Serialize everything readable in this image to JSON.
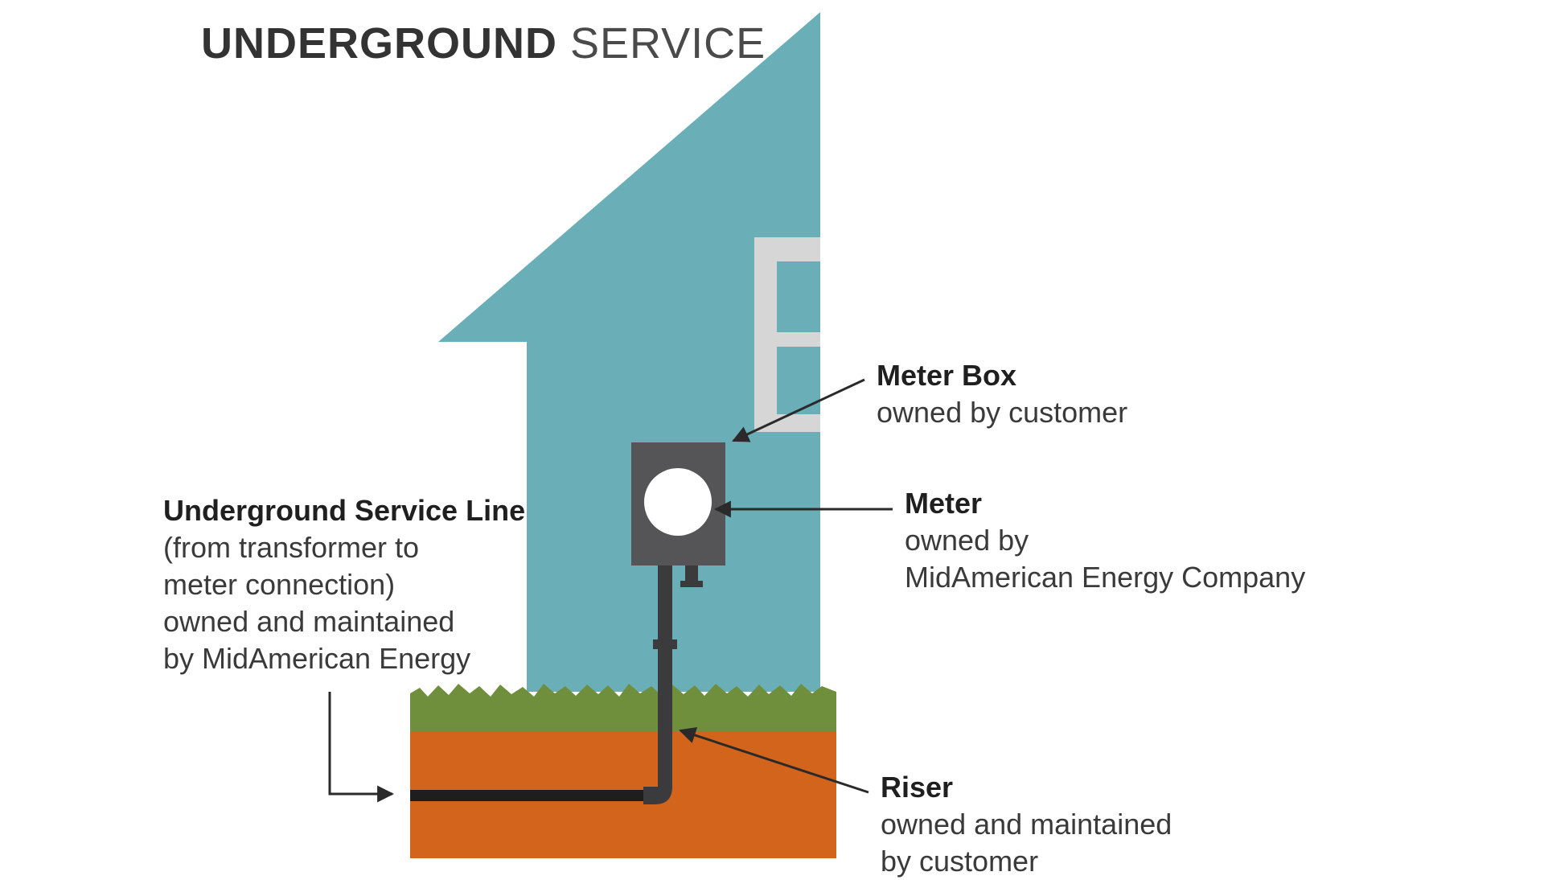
{
  "title": {
    "bold": "UNDERGROUND",
    "light": "SERVICE"
  },
  "labels": {
    "meter_box": {
      "heading": "Meter Box",
      "lines": [
        "owned by customer"
      ]
    },
    "meter": {
      "heading": "Meter",
      "lines": [
        "owned by",
        "MidAmerican Energy Company"
      ]
    },
    "service_line": {
      "heading": "Underground Service Line",
      "lines": [
        "(from transformer to",
        "meter connection)",
        "owned and maintained",
        "by MidAmerican Energy"
      ]
    },
    "riser": {
      "heading": "Riser",
      "lines": [
        "owned and maintained",
        "by customer"
      ]
    }
  },
  "colors": {
    "house": "#6aaeb8",
    "window": "#d6d6d6",
    "meter_box": "#555558",
    "meter_face": "#ffffff",
    "pipe": "#3b3b3d",
    "service_line": "#1e1e1e",
    "grass": "#6f8f3c",
    "soil": "#d3641b",
    "arrow": "#2a2a2a"
  }
}
